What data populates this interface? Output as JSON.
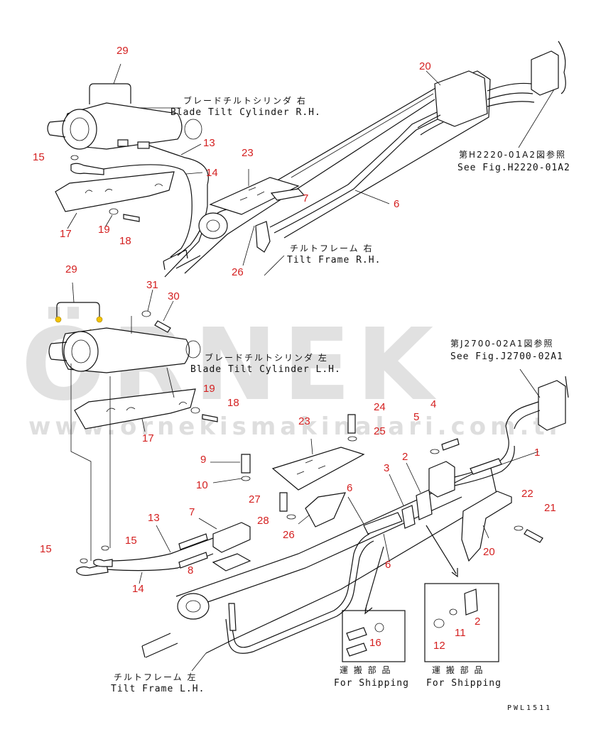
{
  "watermark": {
    "brand": "ÖRNEK",
    "url": "www.ornekismakinalari.com.tr"
  },
  "labels": {
    "blade_tilt_rh_jp": "ブレードチルトシリンダ 右",
    "blade_tilt_rh_en": "Blade Tilt Cylinder R.H.",
    "blade_tilt_lh_jp": "ブレードチルトシリンダ 左",
    "blade_tilt_lh_en": "Blade Tilt Cylinder L.H.",
    "tilt_frame_rh_jp": "チルトフレーム 右",
    "tilt_frame_rh_en": "Tilt Frame R.H.",
    "tilt_frame_lh_jp": "チルトフレーム 左",
    "tilt_frame_lh_en": "Tilt Frame L.H.",
    "ref_h2220_jp": "第H2220-01A2図参照",
    "ref_h2220_en": "See Fig.H2220-01A2",
    "ref_j2700_jp": "第J2700-02A1図参照",
    "ref_j2700_en": "See Fig.J2700-02A1",
    "shipping_1_jp": "運 搬 部 品",
    "shipping_1_en": "For Shipping",
    "shipping_2_jp": "運 搬 部 品",
    "shipping_2_en": "For Shipping",
    "drawing_code": "PWL1511"
  },
  "part_numbers": {
    "p29a": "29",
    "p15a": "15",
    "p17a": "17",
    "p19a": "19",
    "p18a": "18",
    "p13a": "13",
    "p14a": "14",
    "p23a": "23",
    "p7a": "7",
    "p20a": "20",
    "p6a": "6",
    "p26a": "26",
    "p31": "31",
    "p30": "30",
    "p29b": "29",
    "p19b": "19",
    "p18b": "18",
    "p17b": "17",
    "p24": "24",
    "p25": "25",
    "p23b": "23",
    "p5": "5",
    "p4": "4",
    "p1": "1",
    "p2a": "2",
    "p3": "3",
    "p9": "9",
    "p10": "10",
    "p27": "27",
    "p28": "28",
    "p26b": "26",
    "p6b": "6",
    "p6c": "6",
    "p7b": "7",
    "p13b": "13",
    "p15b": "15",
    "p15c": "15",
    "p8": "8",
    "p14b": "14",
    "p22": "22",
    "p21": "21",
    "p20b": "20",
    "p16": "16",
    "p11": "11",
    "p12": "12",
    "p2b": "2"
  }
}
